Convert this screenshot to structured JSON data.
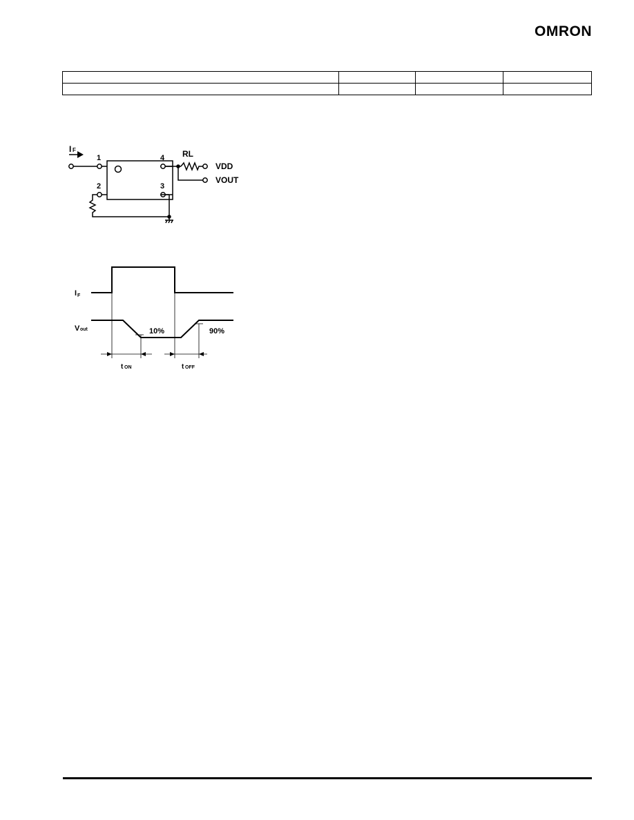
{
  "header": {
    "logo_text": "OMRON"
  },
  "spec_table": {
    "rows": [
      [
        "",
        "",
        "",
        ""
      ],
      [
        "",
        "",
        "",
        ""
      ]
    ]
  },
  "circuit": {
    "input_label": "I",
    "input_sub": "F",
    "pin1": "1",
    "pin2": "2",
    "pin3": "3",
    "pin4": "4",
    "load_label": "RL",
    "vdd_label": "VDD",
    "vout_label": "VOUT"
  },
  "timing": {
    "if_label": "I",
    "if_sub": "F",
    "vout_label": "V",
    "vout_sub": "out",
    "pct_10": "10%",
    "pct_90": "90%",
    "ton_label": "t",
    "ton_sub": "ON",
    "toff_label": "t",
    "toff_sub": "OFF"
  }
}
